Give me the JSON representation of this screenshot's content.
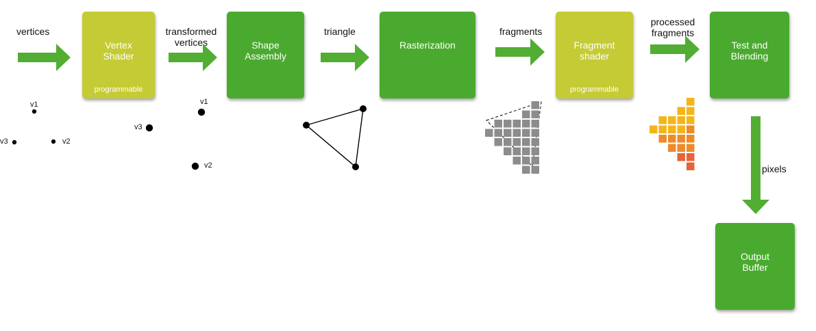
{
  "colors": {
    "stage_green": "#4aaa2f",
    "programmable_yellow": "#c4cb35",
    "arrow_green": "#52ad33",
    "fragment_grey": "#8c8c8c",
    "processed_yellow": "#f3b51c",
    "processed_orange": "#ec8b2c",
    "processed_red": "#e8623a"
  },
  "stages": {
    "vertex_shader": {
      "line1": "Vertex",
      "line2": "Shader",
      "sub": "programmable"
    },
    "shape_assembly": {
      "line1": "Shape",
      "line2": "Assembly"
    },
    "rasterization": {
      "line1": "Rasterization"
    },
    "fragment_shader": {
      "line1": "Fragment",
      "line2": "shader",
      "sub": "programmable"
    },
    "test_blending": {
      "line1": "Test and",
      "line2": "Blending"
    },
    "output_buffer": {
      "line1": "Output",
      "line2": "Buffer"
    }
  },
  "arrow_labels": {
    "vertices": "vertices",
    "transformed_1": "transformed",
    "transformed_2": "vertices",
    "triangle": "triangle",
    "fragments": "fragments",
    "processed_1": "processed",
    "processed_2": "fragments",
    "pixels": "pixels"
  },
  "point_labels": {
    "input_v1": "v1",
    "input_v2": "v2",
    "input_v3": "v3",
    "transformed_v1": "v1",
    "transformed_v2": "v2",
    "transformed_v3": "v3"
  }
}
